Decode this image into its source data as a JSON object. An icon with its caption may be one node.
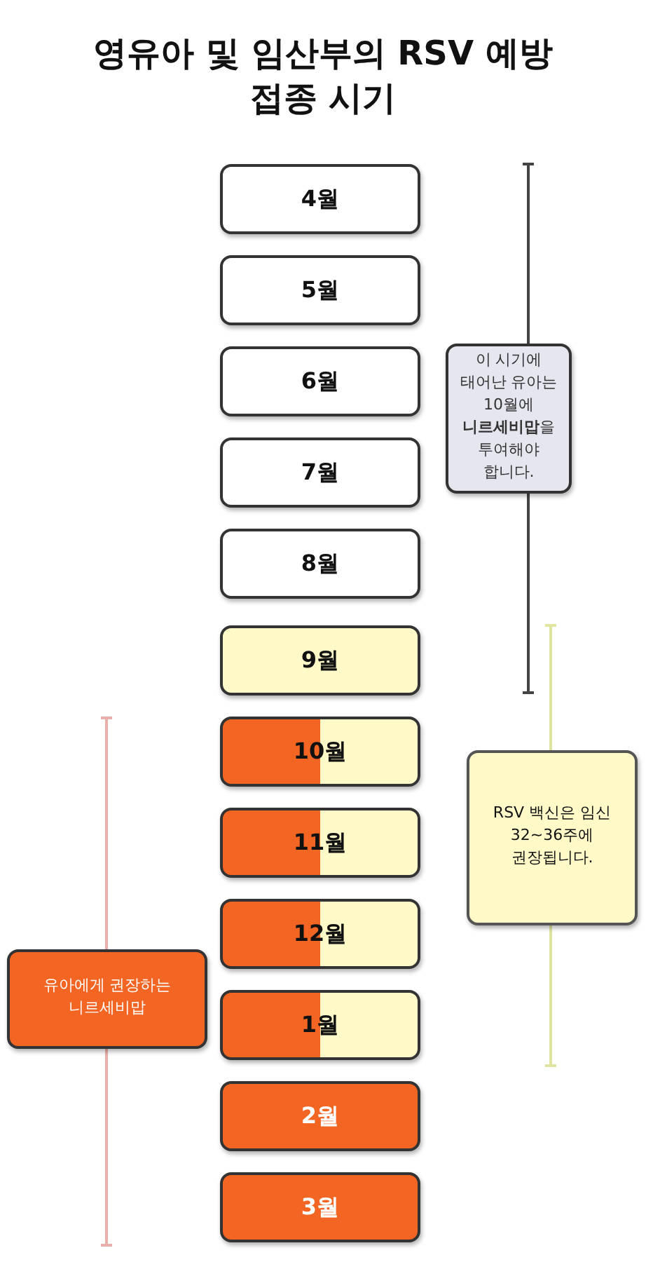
{
  "diagram": {
    "title": "영유아 및 임산부의 RSV 예방 접종 시기",
    "nodes": [
      {
        "text": [
          "4월"
        ]
      },
      {
        "text": [
          "5월"
        ]
      },
      {
        "text": [
          "6월"
        ]
      },
      {
        "text": [
          "7월"
        ]
      },
      {
        "text": [
          "8월"
        ]
      },
      {
        "text": [
          "9월"
        ]
      },
      {
        "text": [
          "10월"
        ]
      },
      {
        "text": [
          "11월"
        ]
      },
      {
        "text": [
          "12월"
        ]
      },
      {
        "text": [
          "1월"
        ]
      },
      {
        "text": [
          "2월"
        ]
      },
      {
        "text": [
          "3월"
        ]
      },
      {
        "text": [
          "이 시기에 태어난 유아는 10월에 **니르세비맙**을 투여해야 합니다."
        ]
      },
      {
        "text": [
          "RSV 백신은 임신 32~36주에 권장됩니다."
        ]
      },
      {
        "text": [
          "유아에게 권장하는 니르세비맙"
        ]
      }
    ],
    "edges": []
  }
}
